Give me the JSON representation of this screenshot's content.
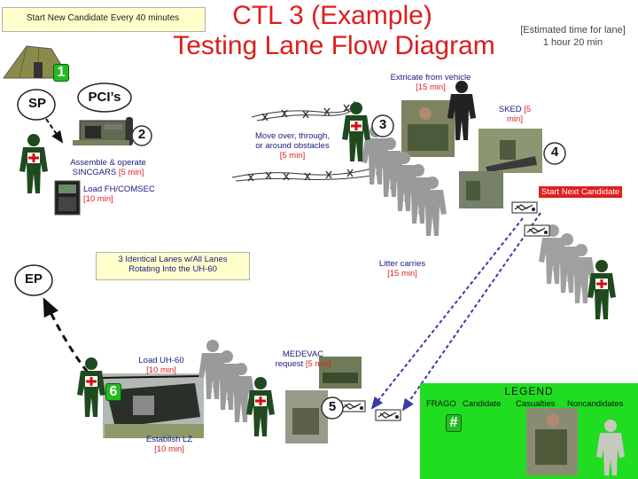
{
  "header": {
    "start_banner": "Start New Candidate Every 40 minutes",
    "title_line1": "CTL 3 (Example)",
    "title_line2": "Testing Lane Flow Diagram",
    "estimate_line1": "[Estimated time for lane]",
    "estimate_line2": "1 hour 20 min"
  },
  "points": {
    "sp": "SP",
    "ep": "EP",
    "pcis": "PCI’s"
  },
  "steps": {
    "s1": "1",
    "s2": "2",
    "s3": "3",
    "s4": "4",
    "s5": "5",
    "s6": "6"
  },
  "tasks": {
    "assemble_l1": "Assemble & operate",
    "assemble_l2": "SINCGARS",
    "assemble_time": "[5 min]",
    "load_fh_l1": "Load FH/COMSEC",
    "load_fh_l2": "[10 min]",
    "move_l1": "Move over, through,",
    "move_l2": "or around obstacles",
    "move_l3": "[5 min]",
    "extricate_l1": "Extricate from vehicle",
    "extricate_l2": "[15 min]",
    "sked_l1": "SKED",
    "sked_time1": "[5",
    "sked_l2": "min]",
    "start_next": "Start Next Candidate",
    "identical_l1": "3 Identical Lanes w/All Lanes",
    "identical_l2": "Rotating Into the UH-60",
    "litter_l1": "Litter carries",
    "litter_l2": "[15 min]",
    "medevac_l1": "MEDEVAC",
    "medevac_l2": "request",
    "medevac_time": "[5 min]",
    "loaduh_l1": "Load UH-60",
    "loaduh_l2": "[10 min]",
    "establish_l1": "Establish LZ",
    "establish_l2": "[10 min]"
  },
  "legend": {
    "title": "LEGEND",
    "frago": "FRAGO",
    "candidate": "Candidate",
    "casualties": "Casualties",
    "noncandidates": "Noncandidates",
    "step_symbol": "#"
  },
  "colors": {
    "title_red": "#dc1e1e",
    "text_blue": "#1a1a80",
    "step_green": "#22bb22",
    "legend_green": "#21dd21",
    "soldier_green": "#1f4a1f",
    "path_blue": "#3a3aa8"
  }
}
